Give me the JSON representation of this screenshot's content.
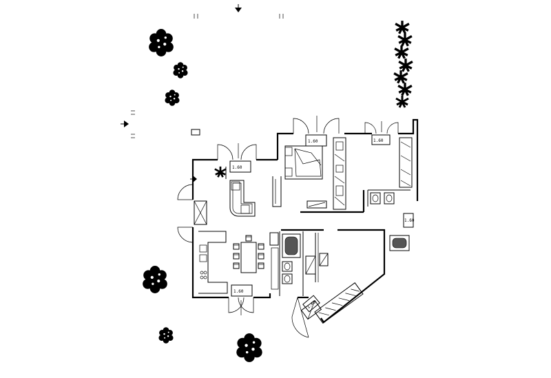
{
  "plan": {
    "background": "#ffffff",
    "ink": "#000000",
    "window_tags": [
      "1.60",
      "1.60",
      "1.60",
      "1.60",
      "1.60",
      "1.60"
    ],
    "icons": {
      "north_arrow": "arrow-down-icon",
      "section_arrow": "arrow-right-icon",
      "tree": "tree-icon",
      "shrub_row": "shrub-row-icon"
    }
  }
}
